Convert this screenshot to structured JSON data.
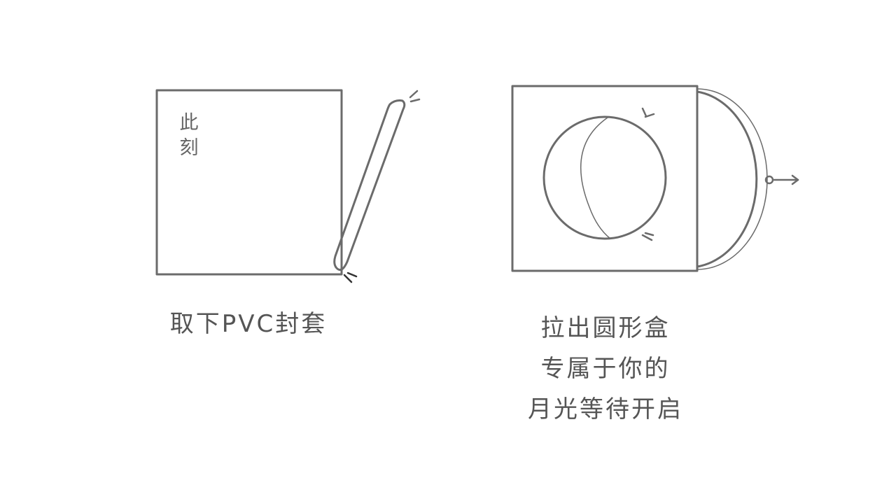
{
  "steps": [
    {
      "sleeve_label_chars": [
        "此",
        "刻"
      ],
      "caption": "取下PVC封套"
    },
    {
      "caption_lines": [
        "拉出圆形盒",
        "专属于你的",
        "月光等待开启"
      ]
    }
  ],
  "colors": {
    "stroke": "#6b6b6b",
    "text": "#555555"
  },
  "icons": [
    "album-sleeve-icon",
    "pvc-cover-icon",
    "motion-ticks-icon",
    "round-box-icon",
    "moon-disc-icon",
    "pull-arrow-icon"
  ]
}
